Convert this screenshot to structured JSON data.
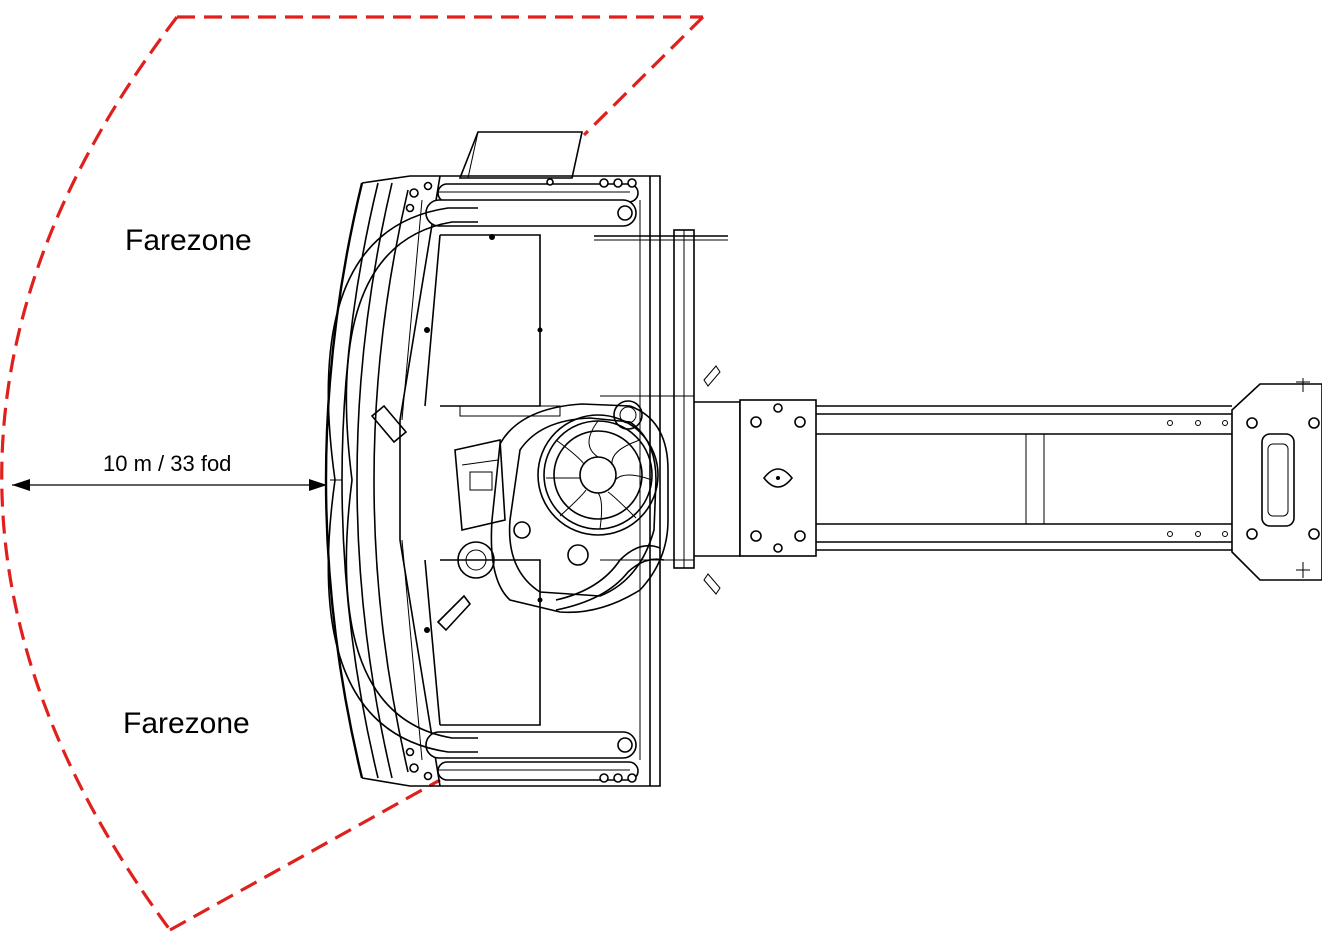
{
  "labels": {
    "hazard_zone_top": "Farezone",
    "hazard_zone_bottom": "Farezone",
    "distance": "10 m / 33 fod"
  },
  "colors": {
    "hazard_boundary": "#e0201c",
    "line_art": "#000000",
    "background": "#ffffff"
  }
}
